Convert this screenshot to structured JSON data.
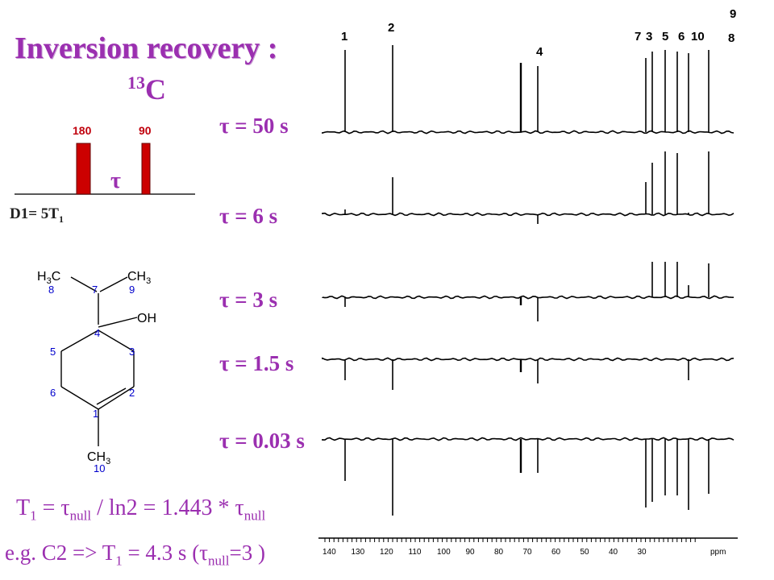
{
  "title": {
    "main": "Inversion recovery :",
    "nucleus_mass": "13",
    "nucleus_symbol": "C"
  },
  "pulse_sequence": {
    "pulse1": "180",
    "pulse2": "90",
    "delay_symbol": "τ",
    "d1_text": "D1= 5T",
    "d1_sub": "1",
    "colors": {
      "pulse": "#cc0000"
    }
  },
  "spectra": [
    {
      "tau": "τ = 50 s"
    },
    {
      "tau": "τ = 6 s"
    },
    {
      "tau": "τ = 3 s"
    },
    {
      "tau": "τ = 1.5 s"
    },
    {
      "tau": "τ = 0.03 s"
    }
  ],
  "peak_labels": [
    "1",
    "2",
    "4",
    "7",
    "3",
    "5",
    "6",
    "10",
    "9",
    "8"
  ],
  "ppm_axis": {
    "ticks": [
      "140",
      "130",
      "120",
      "110",
      "100",
      "90",
      "80",
      "70",
      "60",
      "50",
      "40",
      "30"
    ],
    "unit": "ppm"
  },
  "molecule": {
    "groups": {
      "h3c": "H",
      "h3c_sub": "3",
      "h3c_c": "C",
      "ch3_top": "CH",
      "ch3_top_sub": "3",
      "oh": "OH",
      "ch3_bottom": "CH",
      "ch3_bottom_sub": "3"
    },
    "atom_numbers": [
      "8",
      "7",
      "9",
      "4",
      "5",
      "3",
      "6",
      "2",
      "1",
      "10"
    ]
  },
  "formula": {
    "t": "T",
    "t_sub": "1",
    "eq1": " = τ",
    "null1": "null",
    "rest": " / ln2 = 1.443 * τ",
    "null2": "null"
  },
  "example": {
    "prefix": "e.g. C2 => T",
    "t_sub": "1",
    "mid": " = 4.3 s (τ",
    "null": "null",
    "suffix": "=3 )"
  },
  "colors": {
    "title": "#9b2fb0",
    "atom_numbers": "#0000cc",
    "spectrum": "#000000"
  }
}
